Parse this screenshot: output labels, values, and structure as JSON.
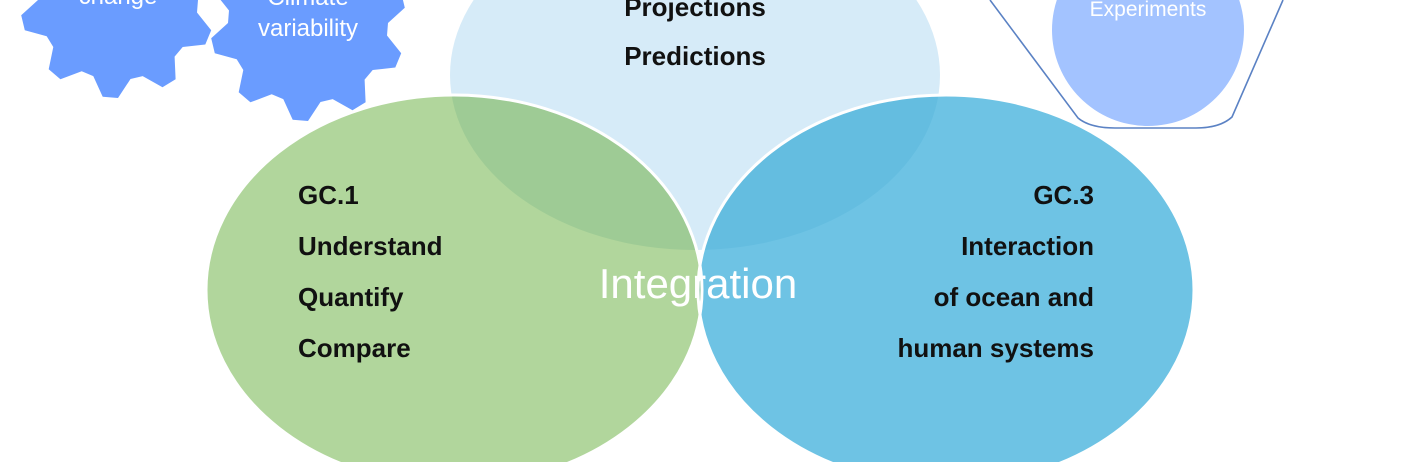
{
  "gears": [
    {
      "lines": [
        "change"
      ],
      "color": "#6a9cff",
      "text_color": "#ffffff"
    },
    {
      "lines": [
        "Climate",
        "variability"
      ],
      "color": "#6a9cff",
      "text_color": "#ffffff"
    }
  ],
  "experiments": {
    "label": "Experiments",
    "circle_color": "#a3c3ff",
    "outline_color": "#5b82c4",
    "text_color": "#ffffff"
  },
  "circles": {
    "top": {
      "lines": [
        "Projections",
        "Predictions"
      ],
      "color": "#d6ebf8"
    },
    "left": {
      "lines": [
        "GC.1",
        "Understand",
        "Quantify",
        "Compare"
      ],
      "color": "#b1d69c"
    },
    "right": {
      "lines": [
        "GC.3",
        "Interaction",
        "of ocean and",
        "human systems"
      ],
      "color": "#6ec3e4"
    },
    "center": {
      "label": "Integration",
      "color": "#76b88f"
    }
  },
  "colors": {
    "text": "#111111",
    "outline": "#ffffff",
    "overlap_top_left": "#9ecb95",
    "overlap_top_right": "#64bde0"
  }
}
